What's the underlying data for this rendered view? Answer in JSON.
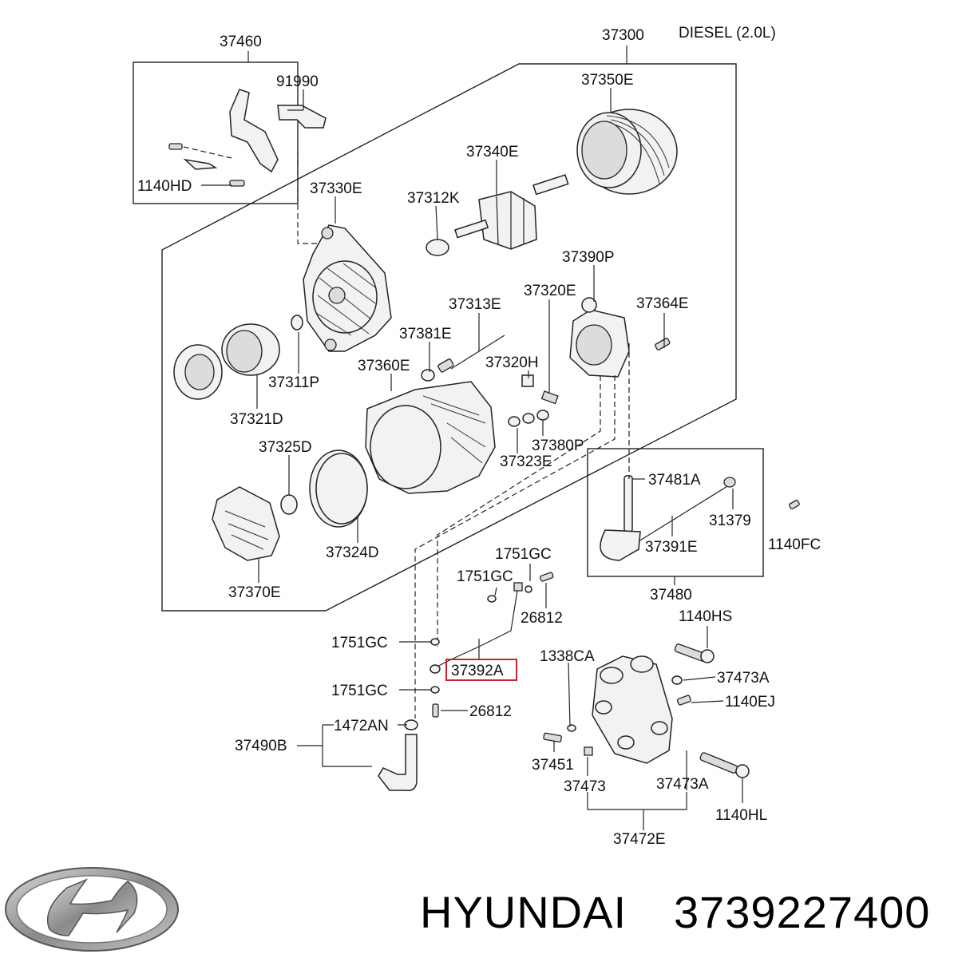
{
  "engine_label": "DIESEL (2.0L)",
  "labels": {
    "p37460": "37460",
    "p37300": "37300",
    "p91990": "91990",
    "p37350E": "37350E",
    "p37340E": "37340E",
    "p37312K": "37312K",
    "p1140HD": "1140HD",
    "p37330E": "37330E",
    "p37390P": "37390P",
    "p37320E": "37320E",
    "p37313E": "37313E",
    "p37364E": "37364E",
    "p37381E": "37381E",
    "p37311P": "37311P",
    "p37360E": "37360E",
    "p37320H": "37320H",
    "p37321D": "37321D",
    "p37325D": "37325D",
    "p37380P": "37380P",
    "p37323E": "37323E",
    "p37481A": "37481A",
    "p31379": "31379",
    "p1140FC": "1140FC",
    "p37391E": "37391E",
    "p37324D": "37324D",
    "p37370E": "37370E",
    "p1751GC_a": "1751GC",
    "p1751GC_b": "1751GC",
    "p37480": "37480",
    "p26812_a": "26812",
    "p1140HS": "1140HS",
    "p1751GC_c": "1751GC",
    "p1338CA": "1338CA",
    "p37392A": "37392A",
    "p37473A_a": "37473A",
    "p1751GC_d": "1751GC",
    "p1140EJ": "1140EJ",
    "p26812_b": "26812",
    "p1472AN": "1472AN",
    "p37490B": "37490B",
    "p37451": "37451",
    "p37473": "37473",
    "p37473A_b": "37473A",
    "p1140HL": "1140HL",
    "p37472E": "37472E"
  },
  "highlighted_part": "37392A",
  "highlight_color": "#c8262b",
  "footer": {
    "brand": "HYUNDAI",
    "part_number": "3739227400"
  },
  "logo": "hyundai-logo"
}
